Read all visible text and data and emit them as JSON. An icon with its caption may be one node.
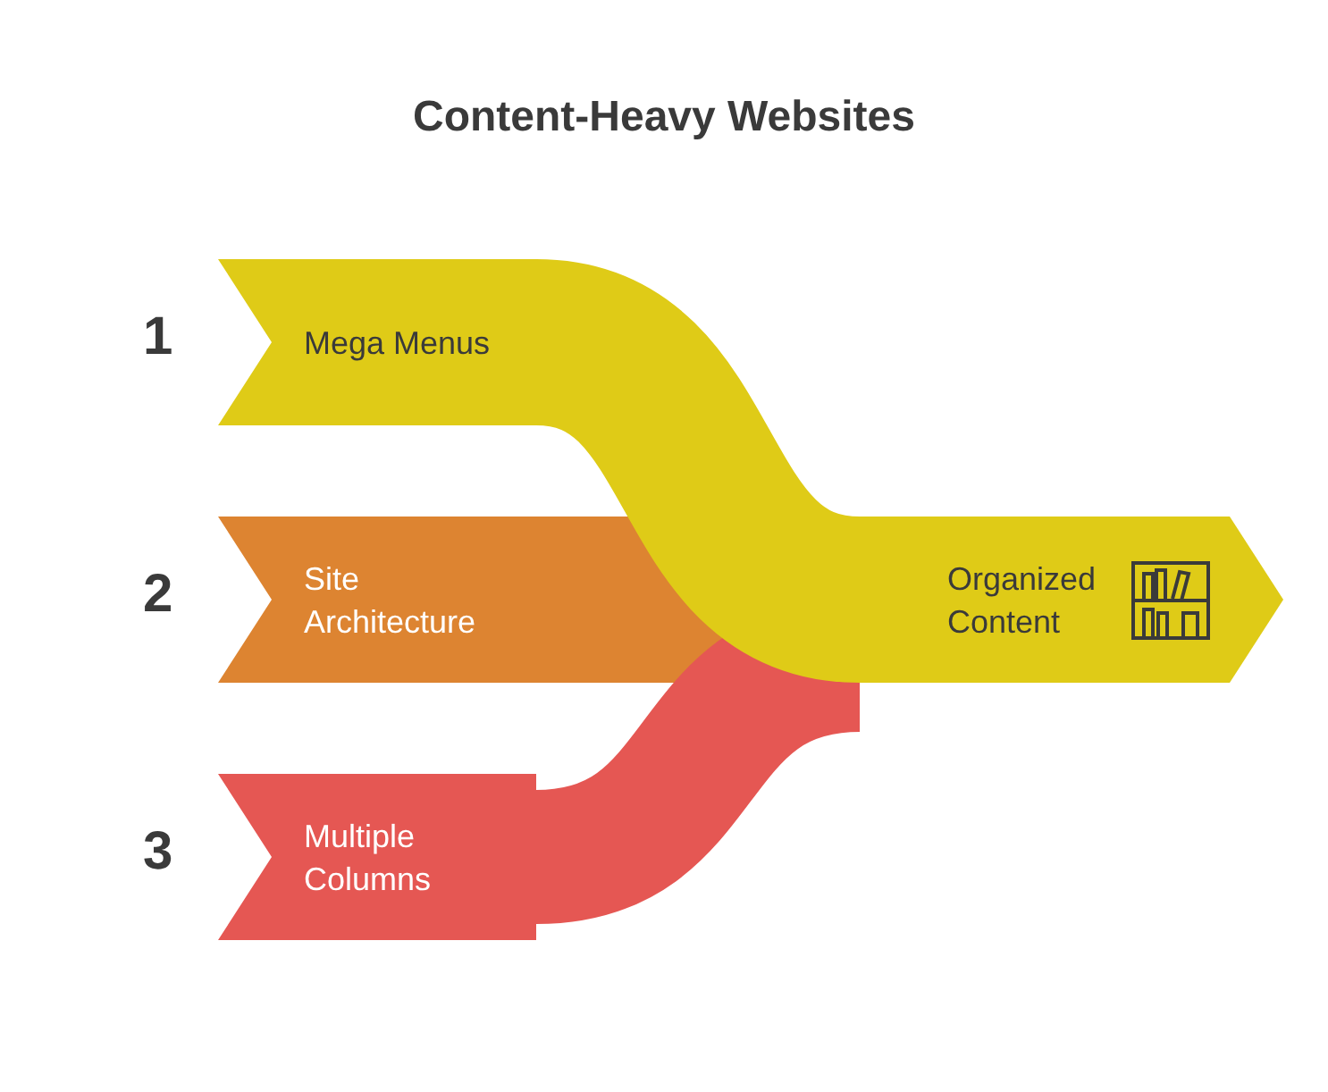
{
  "diagram": {
    "title": "Content-Heavy Websites",
    "nodes": [
      {
        "text": [
          "Mega Menus"
        ]
      },
      {
        "text": [
          "Site Architecture"
        ]
      },
      {
        "text": [
          "Multiple Columns"
        ]
      },
      {
        "text": [
          "Organized Content"
        ]
      }
    ],
    "edges": [
      {
        "from": 0,
        "to": 3,
        "arrow": "none",
        "color": "#dfcb17"
      },
      {
        "from": 1,
        "to": 3,
        "arrow": "none",
        "color": "#dd8431"
      },
      {
        "from": 2,
        "to": 3,
        "arrow": "none",
        "color": "#e55753"
      }
    ],
    "labels": [
      "1",
      "2",
      "3"
    ]
  }
}
